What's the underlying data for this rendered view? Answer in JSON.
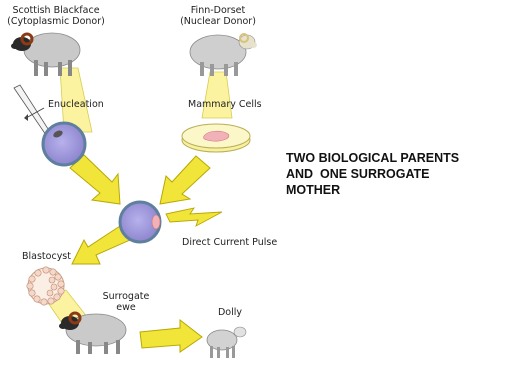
{
  "labels": {
    "donor1_line1": "Scottish Blackface",
    "donor1_line2": "(Cytoplasmic Donor)",
    "donor2_line1": "Finn-Dorset",
    "donor2_line2": "(Nuclear Donor)",
    "enucleation": "Enucleation",
    "mammary": "Mammary Cells",
    "pulse": "Direct Current Pulse",
    "blastocyst": "Blastocyst",
    "surrogate_line1": "Surrogate",
    "surrogate_line2": "ewe",
    "dolly": "Dolly"
  },
  "heading": {
    "line1": "TWO BIOLOGICAL PARENTS",
    "line2": "AND  ONE SURROGATE",
    "line3": "MOTHER"
  },
  "colors": {
    "arrow_fill": "#f2e53a",
    "arrow_stroke": "#b8a800",
    "cell": "#9a93d8",
    "cell_ring": "#5f7f9e",
    "wool": "#c9c9c9",
    "black_face": "#2a2a2a",
    "horn": "#8a3a14",
    "dish": "#f6f0a0",
    "tissue": "#f2b0b8",
    "blastocyst": "#f5d9c6"
  },
  "icons": {
    "scottish_sheep": "black-faced-sheep-icon",
    "finn_sheep": "white-faced-sheep-icon",
    "pipette": "pipette-icon",
    "egg": "egg-cell-icon",
    "dish": "petri-dish-icon",
    "fused": "fused-cell-icon",
    "bolt": "lightning-bolt-icon",
    "blastocyst": "blastocyst-icon",
    "surrogate": "surrogate-sheep-icon",
    "dolly": "lamb-icon"
  }
}
